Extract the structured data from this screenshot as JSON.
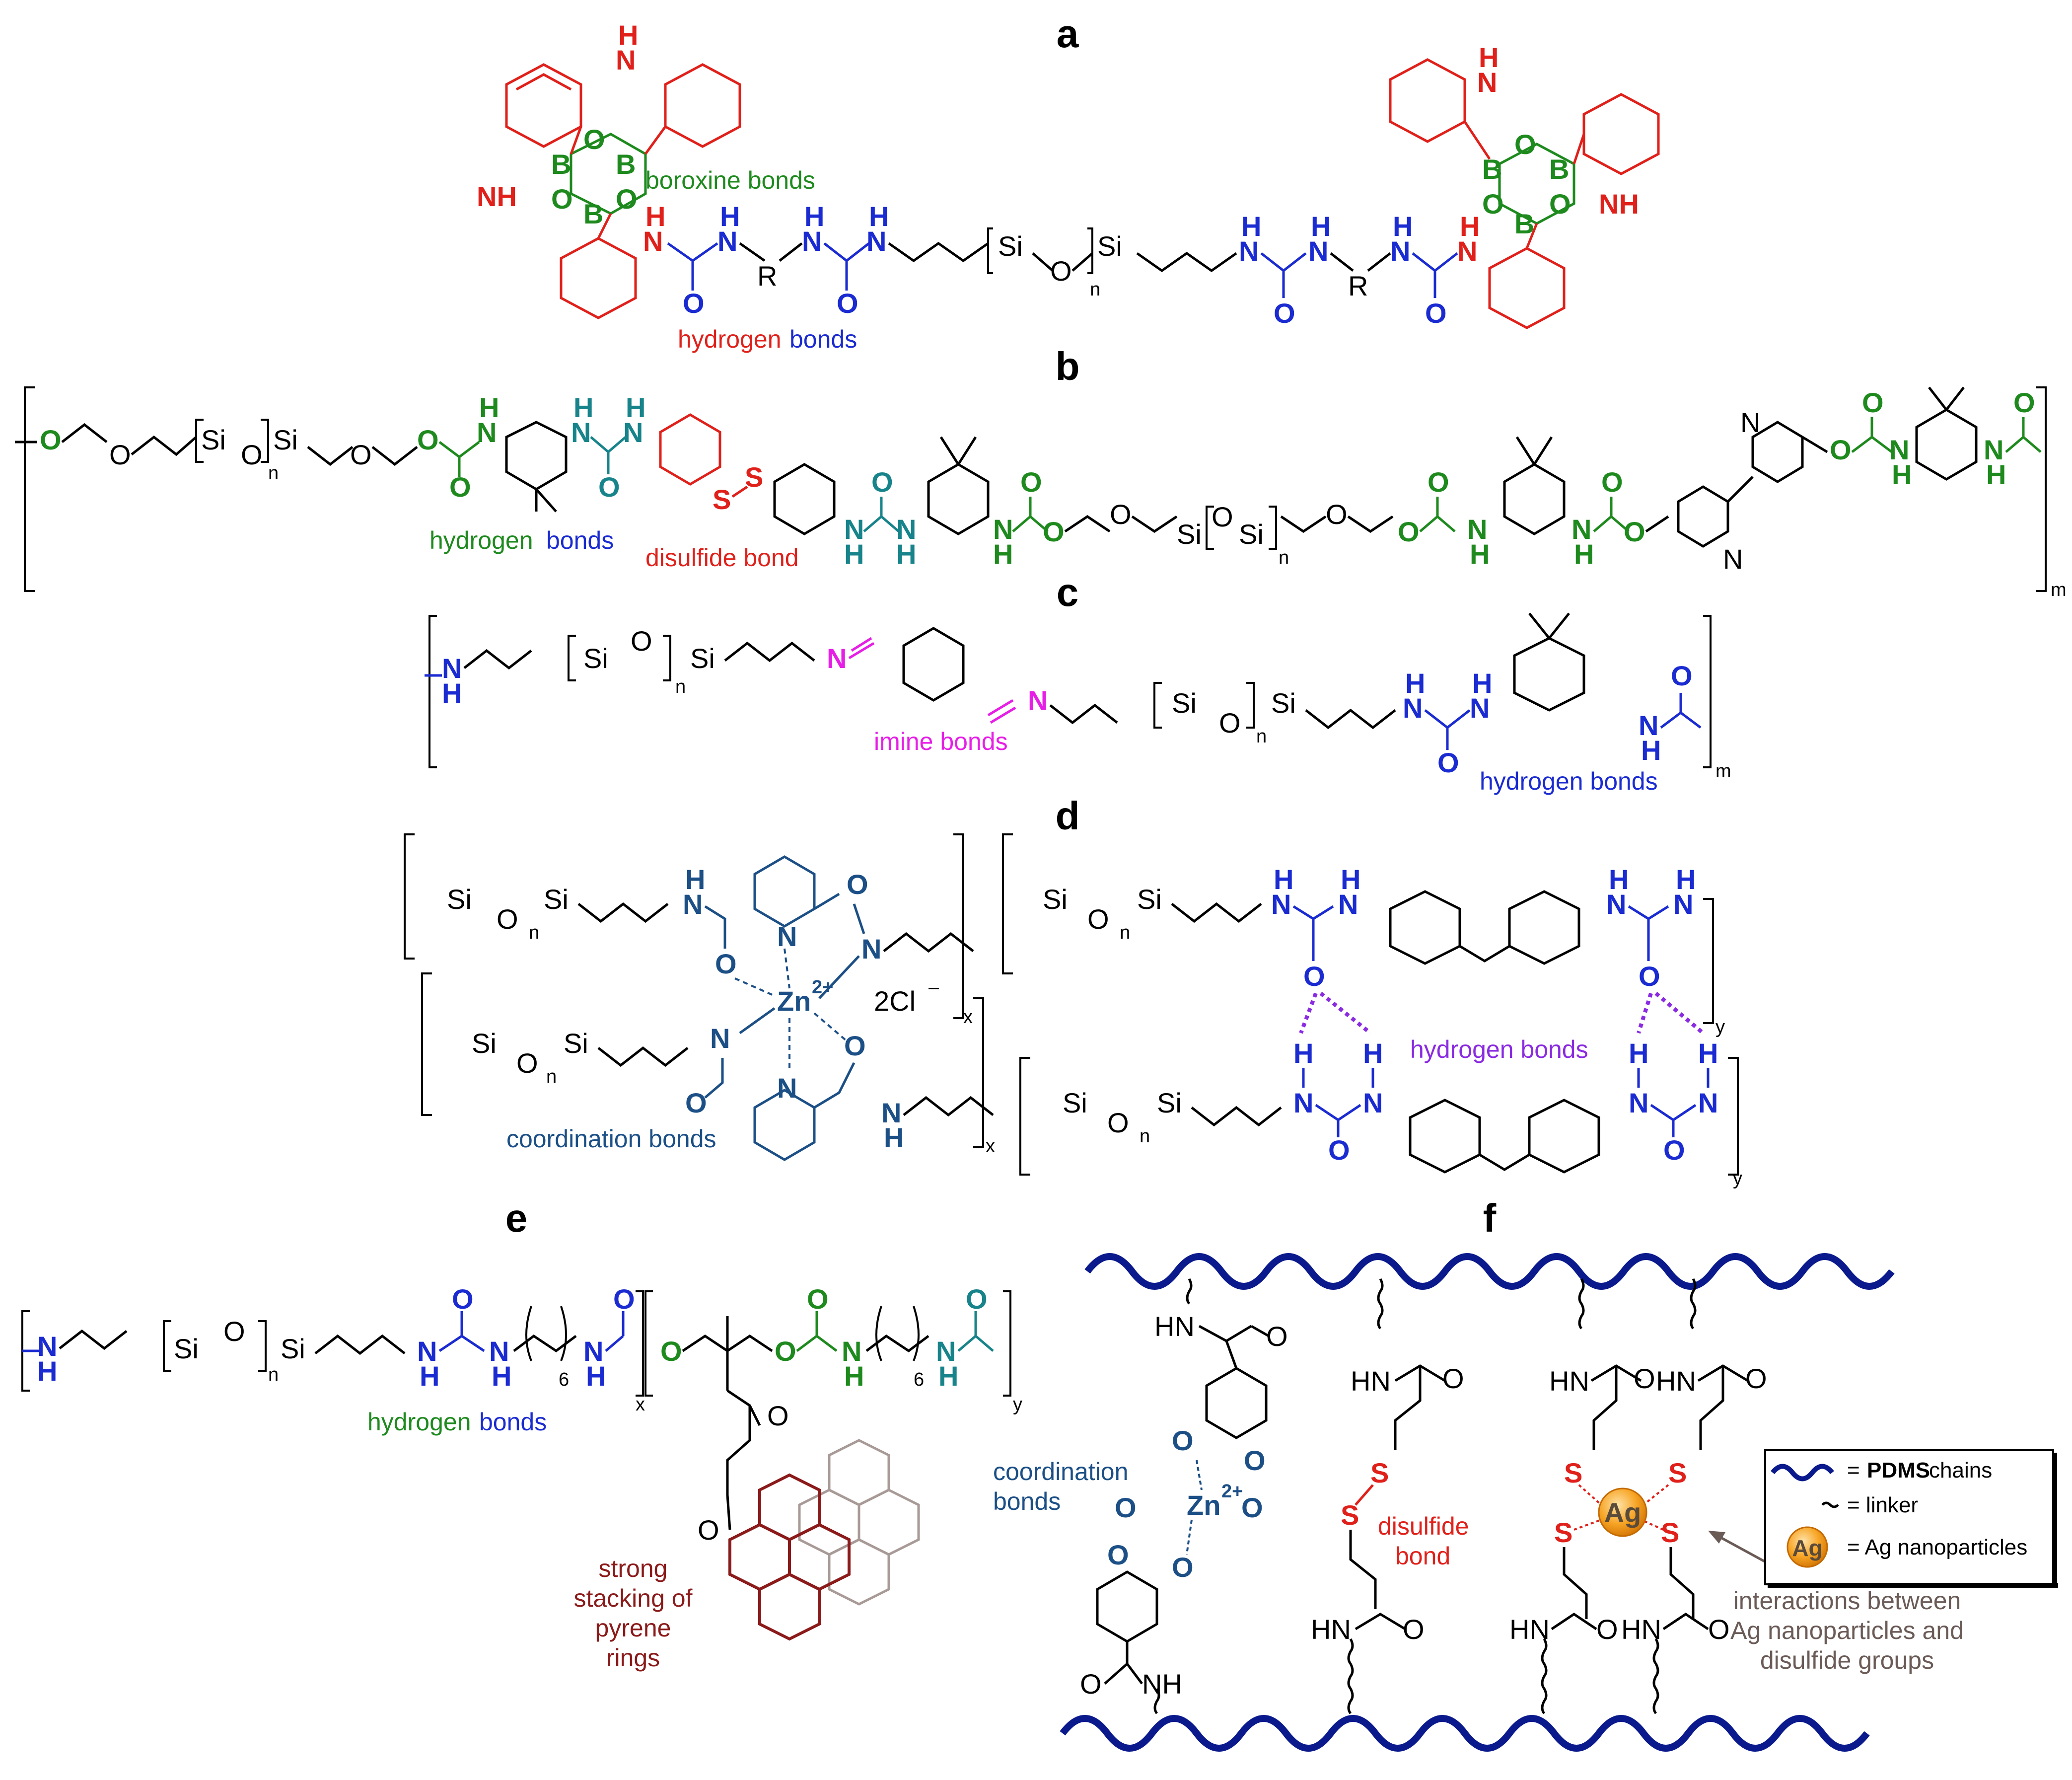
{
  "panels": {
    "a": "a",
    "b": "b",
    "c": "c",
    "d": "d",
    "e": "e",
    "f": "f"
  },
  "colors": {
    "red": "#e0201a",
    "blue": "#1a2bd1",
    "green": "#1e8a1e",
    "teal": "#17838a",
    "magenta": "#e61ee6",
    "coord": "#1b4f86",
    "purple": "#8a2be2",
    "pyrene": "#8b1a1a",
    "pyrene_gray": "#a89a96",
    "pdms": "#0a1a8c",
    "annot_gray": "#6b5b57"
  },
  "panel_a": {
    "boroxine_label": "boroxine bonds",
    "hydrogen_word": "hydrogen",
    "bonds_word": "bonds",
    "atoms": {
      "B": "B",
      "O": "O",
      "NH": "NH",
      "N": "N",
      "H": "H",
      "R": "R",
      "Si": "Si",
      "n": "n"
    }
  },
  "panel_b": {
    "hydrogen_word": "hydrogen",
    "bonds_word": "bonds",
    "disulfide_label": "disulfide bond",
    "sub_n": "n",
    "sub_m": "m",
    "atoms": {
      "O": "O",
      "Si": "Si",
      "N": "N",
      "H": "H",
      "S": "S"
    }
  },
  "panel_c": {
    "imine_label": "imine bonds",
    "hydrogen_label": "hydrogen bonds",
    "sub_n": "n",
    "sub_m": "m",
    "atoms": {
      "N": "N",
      "H": "H",
      "O": "O",
      "Si": "Si"
    }
  },
  "panel_d": {
    "zn_label": "Zn",
    "zn_charge": "2+",
    "counterion": "2Cl",
    "counterion_charge": "–",
    "coordination_label": "coordination bonds",
    "hydrogen_label": "hydrogen bonds",
    "sub_n": "n",
    "sub_x": "x",
    "sub_y": "y",
    "atoms": {
      "N": "N",
      "H": "H",
      "O": "O",
      "Si": "Si"
    }
  },
  "panel_e": {
    "hydrogen_word": "hydrogen",
    "bonds_word": "bonds",
    "stacking_label_1": "strong",
    "stacking_label_2": "stacking of",
    "stacking_label_3": "pyrene",
    "stacking_label_4": "rings",
    "sub_n": "n",
    "sub_x": "x",
    "sub_y": "y",
    "sub_6": "6",
    "atoms": {
      "N": "N",
      "H": "H",
      "O": "O",
      "Si": "Si"
    }
  },
  "panel_f": {
    "hn": "HN",
    "nh": "NH",
    "coordination_label_1": "coordination",
    "coordination_label_2": "bonds",
    "zn_label": "Zn",
    "zn_charge": "2+",
    "disulfide_label_1": "disulfide",
    "disulfide_label_2": "bond",
    "ag": "Ag",
    "annot_1": "interactions between",
    "annot_2": "Ag nanoparticles and",
    "annot_3": "disulfide groups",
    "legend": {
      "pdms_prefix": "= ",
      "pdms_bold": "PDMS",
      "pdms_suffix": " chains",
      "linker": "= linker",
      "ag": "= Ag nanoparticles"
    },
    "atoms": {
      "O": "O",
      "S": "S"
    }
  }
}
